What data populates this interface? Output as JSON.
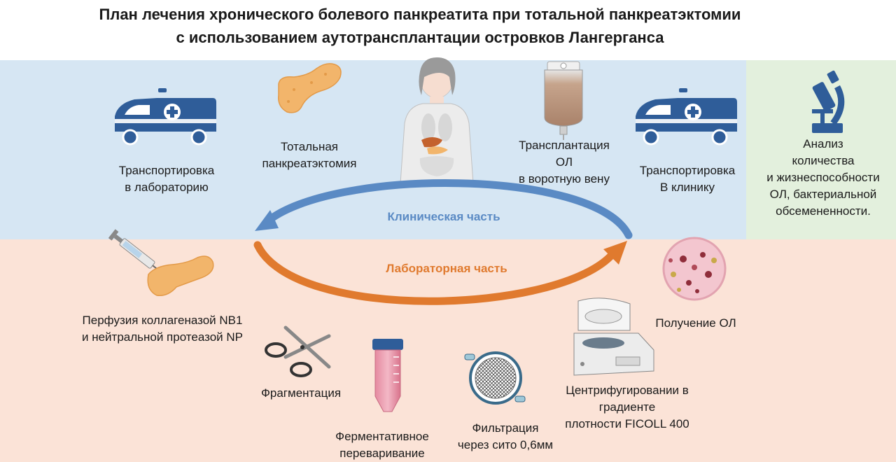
{
  "title": {
    "line1": "План лечения хронического болевого панкреатита при тотальной панкреатэктомии",
    "line2": "с использованием аутотрансплантации островков Лангерганса"
  },
  "clinical_part": {
    "label": "Клиническая часть",
    "steps": {
      "transport_lab": [
        "Транспортировка",
        "в лабораторию"
      ],
      "pancreatectomy": [
        "Тотальная",
        "панкреатэктомия"
      ],
      "transplant": [
        "Трансплантация",
        "ОЛ",
        "в воротную вену"
      ],
      "transport_clinic": [
        "Транспортировка",
        "В клинику"
      ]
    }
  },
  "analysis": {
    "lines": [
      "Анализ",
      "количества",
      "и жизнеспособности",
      "ОЛ, бактериальной",
      "обсемененности."
    ]
  },
  "lab_part": {
    "label": "Лабораторная часть",
    "steps": {
      "perfusion": [
        "Перфузия коллагеназой NB1",
        "и нейтральной протеазой NP"
      ],
      "fragmentation": [
        "Фрагментация"
      ],
      "digestion": [
        "Ферментативное",
        "переваривание"
      ],
      "filtration": [
        "Фильтрация",
        "через сито 0,6мм"
      ],
      "centrifugation": [
        "Центрифугировании в",
        "градиенте",
        "плотности FICOLL 400"
      ],
      "islets": [
        "Получение ОЛ"
      ]
    }
  },
  "colors": {
    "clinic_band": "#d6e6f3",
    "analysis_band": "#e3f0dd",
    "lab_band": "#fbe3d7",
    "clinic_arrow": "#5a8ac4",
    "lab_arrow": "#e07a2e",
    "ambulance": "#2f5d99",
    "pancreas": "#f2b56b"
  },
  "icons": [
    "ambulance-icon",
    "pancreas-icon",
    "human-body-icon",
    "iv-bag-icon",
    "microscope-icon",
    "syringe-icon",
    "scissors-icon",
    "test-tube-icon",
    "sieve-icon",
    "centrifuge-icon",
    "islet-cell-icon"
  ]
}
